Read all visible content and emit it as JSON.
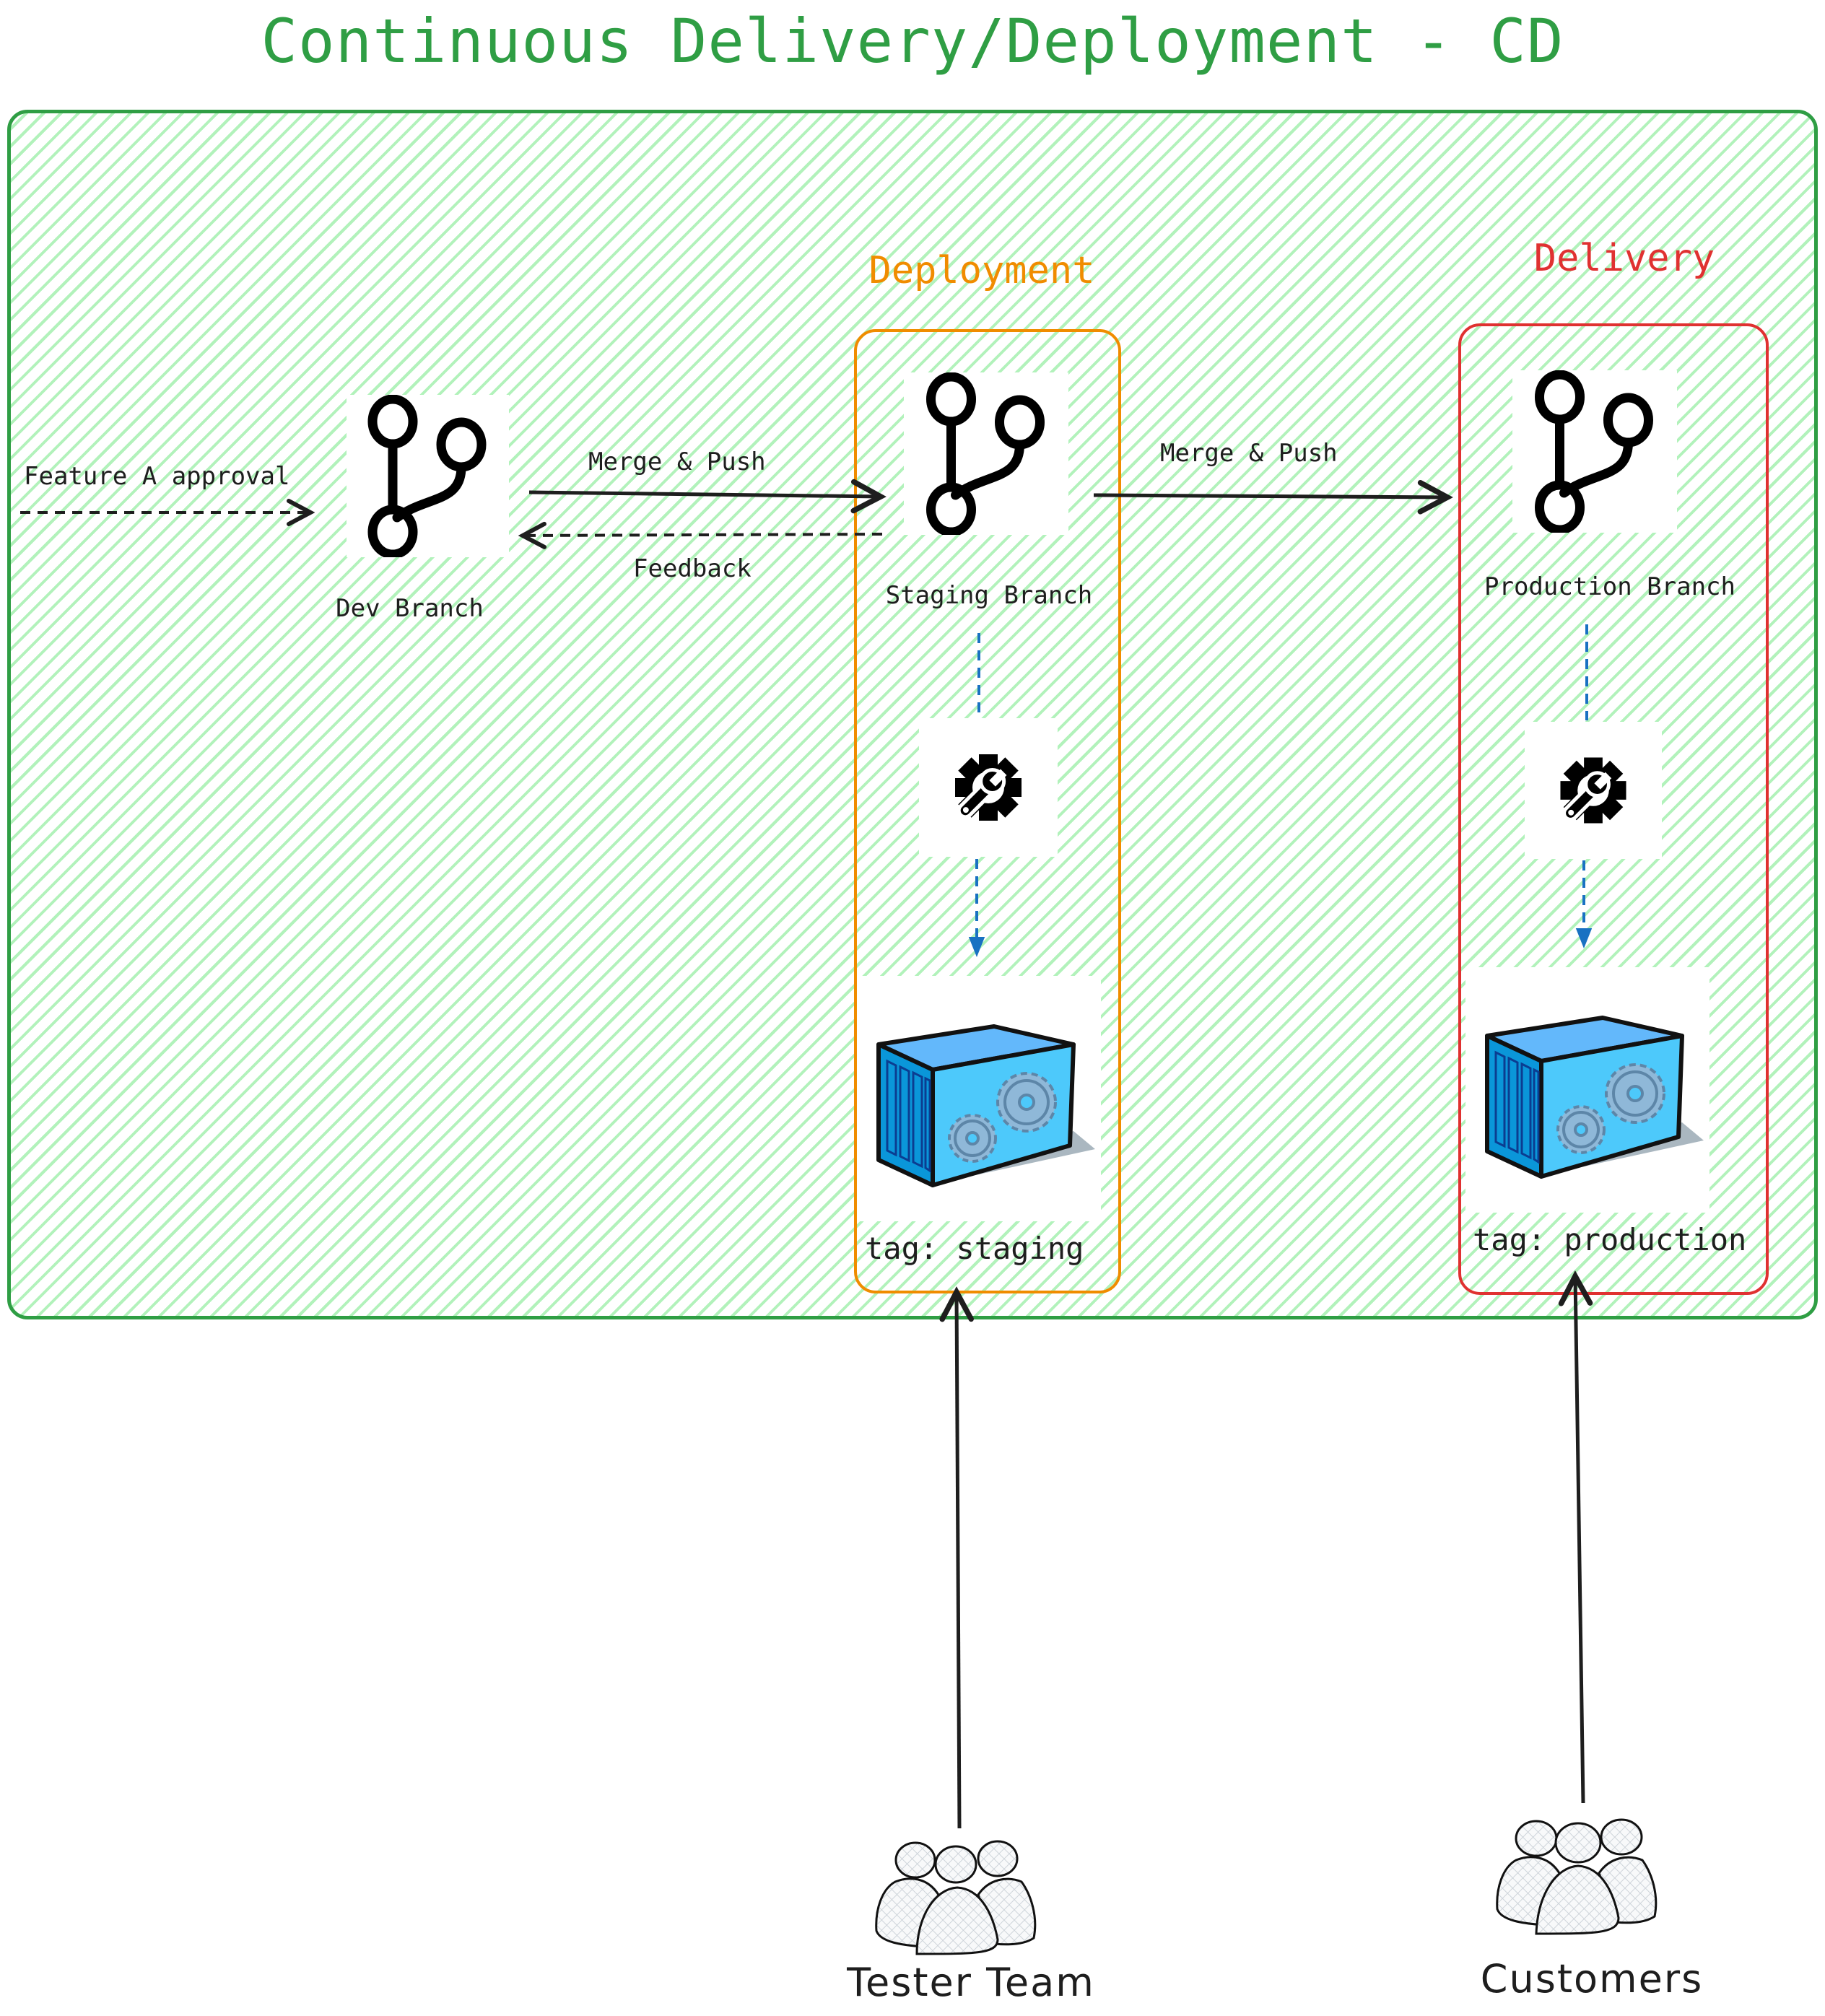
{
  "title": "Continuous Delivery/Deployment - CD",
  "colors": {
    "title": "#2f9e44",
    "outer_border": "#2f9e44",
    "hatch": "#b2f2bb",
    "deployment": "#f08c00",
    "delivery": "#e03131",
    "pipeline_arrow": "#1971c2",
    "ink": "#1e1e1e",
    "container_front": "#4dc9fb",
    "container_top": "#63b8fb",
    "container_door": "#0a96d9"
  },
  "groups": {
    "deployment": {
      "label": "Deployment",
      "tag": "tag: staging"
    },
    "delivery": {
      "label": "Delivery",
      "tag": "tag: production"
    }
  },
  "nodes": {
    "dev": {
      "label": "Dev Branch",
      "icon": "git-branch-icon"
    },
    "staging": {
      "label": "Staging Branch",
      "icon": "git-branch-icon"
    },
    "production": {
      "label": "Production Branch",
      "icon": "git-branch-icon"
    },
    "build_staging": {
      "icon": "gear-wrench-icon"
    },
    "build_production": {
      "icon": "gear-wrench-icon"
    },
    "container_staging": {
      "icon": "container-icon"
    },
    "container_production": {
      "icon": "container-icon"
    }
  },
  "edges": {
    "feature_approval": "Feature A approval",
    "merge_push_1": "Merge & Push",
    "feedback": "Feedback",
    "merge_push_2": "Merge & Push"
  },
  "actors": {
    "testers": {
      "label": "Tester Team",
      "icon": "users-group-icon"
    },
    "customers": {
      "label": "Customers",
      "icon": "users-group-icon"
    }
  }
}
